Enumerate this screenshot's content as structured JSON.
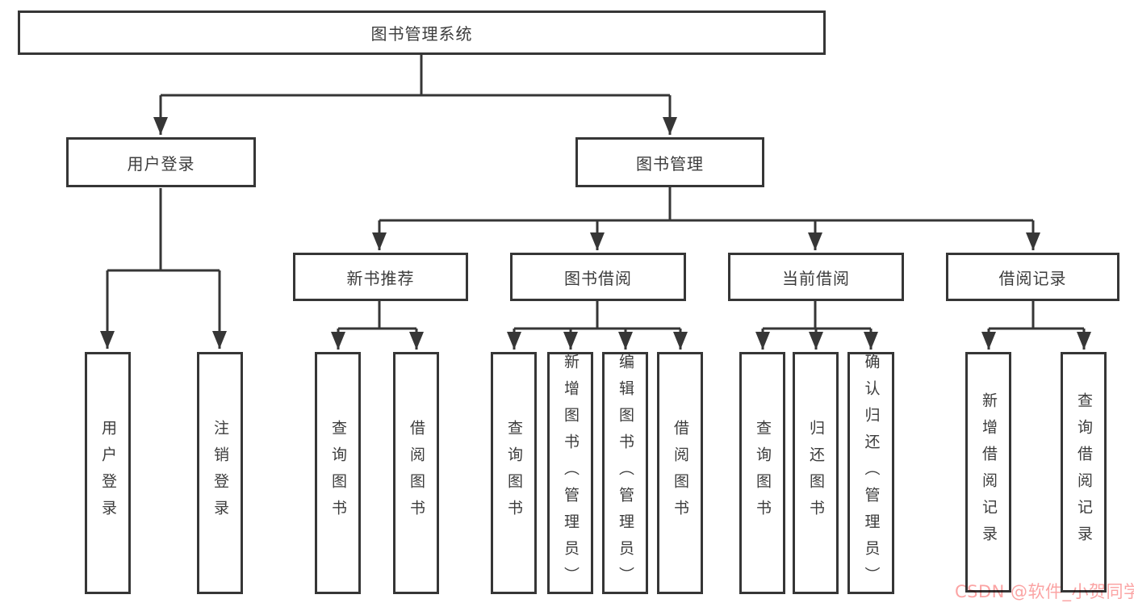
{
  "diagram": {
    "tree": {
      "label": "图书管理系统",
      "children": [
        {
          "label": "用户登录",
          "children": [
            {
              "label": "用户登录"
            },
            {
              "label": "注销登录"
            }
          ]
        },
        {
          "label": "图书管理",
          "children": [
            {
              "label": "新书推荐",
              "children": [
                {
                  "label": "查询图书"
                },
                {
                  "label": "借阅图书"
                }
              ]
            },
            {
              "label": "图书借阅",
              "children": [
                {
                  "label": "查询图书"
                },
                {
                  "label": "新增图书（管理员）"
                },
                {
                  "label": "编辑图书（管理员）"
                },
                {
                  "label": "借阅图书"
                }
              ]
            },
            {
              "label": "当前借阅",
              "children": [
                {
                  "label": "查询图书"
                },
                {
                  "label": "归还图书"
                },
                {
                  "label": "确认归还（管理员）"
                }
              ]
            },
            {
              "label": "借阅记录",
              "children": [
                {
                  "label": "新增借阅记录"
                },
                {
                  "label": "查询借阅记录"
                }
              ]
            }
          ]
        }
      ]
    },
    "colors": {
      "line": "#363636",
      "text": "#3c3c3c",
      "box_background": "#ffffff",
      "watermark": "#fba4a4"
    }
  },
  "watermark": {
    "text": "CSDN @软件_小贺同学"
  }
}
